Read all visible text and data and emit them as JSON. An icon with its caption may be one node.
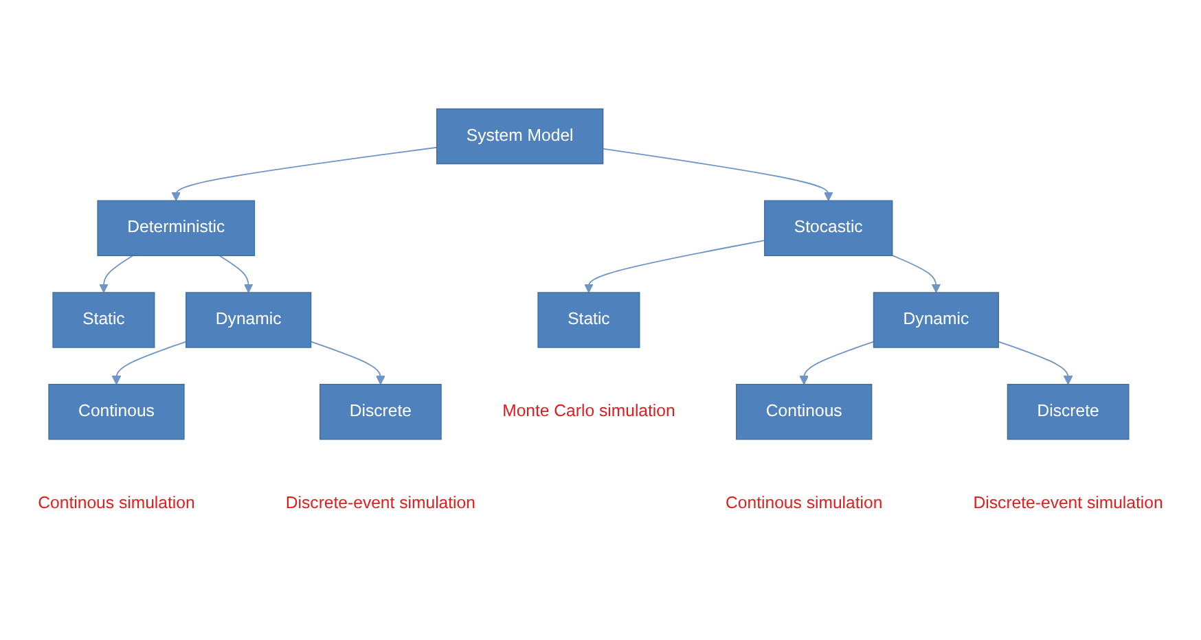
{
  "diagram": {
    "nodes": [
      {
        "text": [
          "System Model"
        ]
      },
      {
        "text": [
          "Deterministic"
        ]
      },
      {
        "text": [
          "Stocastic"
        ]
      },
      {
        "text": [
          "Static"
        ]
      },
      {
        "text": [
          "Dynamic"
        ]
      },
      {
        "text": [
          "Continous"
        ],
        "beside": [
          "Continous simulation"
        ]
      },
      {
        "text": [
          "Discrete"
        ],
        "beside": [
          "Discrete-event simulation"
        ]
      },
      {
        "text": [
          "Static"
        ],
        "beside": [
          "Monte Carlo simulation"
        ]
      },
      {
        "text": [
          "Dynamic"
        ]
      },
      {
        "text": [
          "Continous"
        ],
        "beside": [
          "Continous simulation"
        ]
      },
      {
        "text": [
          "Discrete"
        ],
        "beside": [
          "Discrete-event simulation"
        ]
      }
    ],
    "edges": [
      {
        "from": 0,
        "to": 1,
        "arrow": "to"
      },
      {
        "from": 0,
        "to": 2,
        "arrow": "to"
      },
      {
        "from": 1,
        "to": 3,
        "arrow": "to"
      },
      {
        "from": 1,
        "to": 4,
        "arrow": "to"
      },
      {
        "from": 4,
        "to": 5,
        "arrow": "to"
      },
      {
        "from": 4,
        "to": 6,
        "arrow": "to"
      },
      {
        "from": 2,
        "to": 7,
        "arrow": "to"
      },
      {
        "from": 2,
        "to": 8,
        "arrow": "to"
      },
      {
        "from": 8,
        "to": 9,
        "arrow": "to"
      },
      {
        "from": 8,
        "to": 10,
        "arrow": "to"
      }
    ]
  }
}
